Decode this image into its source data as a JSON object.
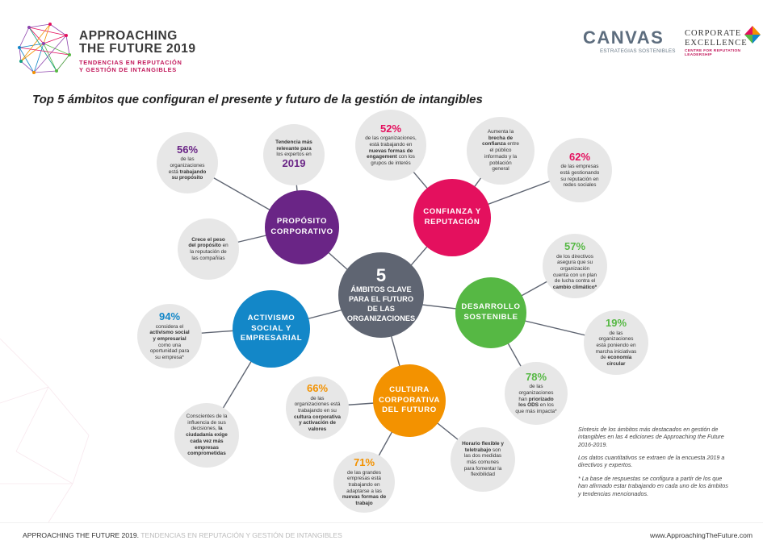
{
  "header": {
    "brand_line1": "APPROACHING",
    "brand_line2a": "THE FUTURE",
    "brand_line2b": "2019",
    "brand_sub1": "TENDENCIAS EN REPUTACIÓN",
    "brand_sub2": "Y GESTIÓN DE INTANGIBLES",
    "partner1_name": "CANVAS",
    "partner1_sub": "ESTRATEGIAS SOSTENIBLES",
    "partner2_line1": "CORPORATE",
    "partner2_line2": "EXCELLENCE",
    "partner2_sub": "CENTRE FOR REPUTATION LEADERSHIP"
  },
  "title": "Top 5 ámbitos que configuran el presente y futuro de la gestión de intangibles",
  "center": {
    "number": "5",
    "text": "ÁMBITOS CLAVE\nPARA EL FUTURO\nDE LAS\nORGANIZACIONES"
  },
  "themes": {
    "proposito": "PROPÓSITO\nCORPORATIVO",
    "confianza": "CONFIANZA Y\nREPUTACIÓN",
    "desarrollo": "DESARROLLO\nSOSTENIBLE",
    "cultura": "CULTURA\nCORPORATIVA\nDEL FUTURO",
    "activismo": "ACTIVISMO\nSOCIAL Y\nEMPRESARIAL"
  },
  "facts": {
    "p1": {
      "pct": "56%",
      "t1": "de las\norganizaciones\nestá ",
      "b1": "trabajando\nsu propósito"
    },
    "p2": {
      "b0": "Tendencia más\nrelevante para",
      "t1": "\nlos expertos en",
      "pct": "2019"
    },
    "p3": {
      "b0": "Crece el peso\ndel propósito",
      "t1": " en\nla reputación de\nlas compañías"
    },
    "c1": {
      "pct": "52%",
      "t1": "de las organizaciones,\nestá trabajando en\n",
      "b1": "nuevas formas de\nengagement",
      "t2": " con los\ngrupos de interés"
    },
    "c2": {
      "t0": "Aumenta la\n",
      "b0": "brecha de\nconfianza",
      "t1": " entre\nel público\ninformado y la\npoblación\ngeneral"
    },
    "c3": {
      "pct": "62%",
      "t1": "de las empresas\nestá gestionando\nsu reputación en\nredes sociales"
    },
    "d1": {
      "pct": "57%",
      "t1": "de los directivos\nasegura que su\norganización\ncuenta con un plan\nde lucha contra el\n",
      "b1": "cambio climático*"
    },
    "d2": {
      "pct": "19%",
      "t1": "de las\norganizaciones\nestá poniendo en\nmarcha iniciativas\nde ",
      "b1": "economía\ncircular"
    },
    "d3": {
      "pct": "78%",
      "t1": "de las\norganizaciones\nhan ",
      "b1": "priorizado\nlos ODS",
      "t2": " en los\nque más impacta*"
    },
    "u1": {
      "pct": "66%",
      "t1": "de las\norganizaciones está\ntrabajando en su\n",
      "b1": "cultura corporativa\ny activación de\nvalores"
    },
    "u2": {
      "pct": "71%",
      "t1": "de las grandes\nempresas está\ntrabajando en\nadaptarse a las\n",
      "b1": "nuevas formas de\ntrabajo"
    },
    "u3": {
      "b0": "Horario flexible y\nteletrabajo",
      "t1": " son\nlas dos medidas\nmás comunes\npara fomentar la\nflexibilidad"
    },
    "a1": {
      "pct": "94%",
      "t1": "considera el\n",
      "b1": "activismo social\ny empresarial",
      "t2": "\ncomo una\noportunidad para\nsu empresa*"
    },
    "a2": {
      "t0": "Conscientes de la\ninfluencia de sus\ndecisiones, ",
      "b0": "la\nciudadanía exige\ncada vez más\nempresas\ncomprometidas"
    }
  },
  "notes": {
    "n1": "Síntesis de los ámbitos más destacados en gestión de intangibles en las 4 ediciones de Approaching the Future 2016-2019.",
    "n2": "Los datos cuantitativos se extraen de la encuesta 2019 a directivos y expertos.",
    "n3": "* La base de respuestas se configura a partir de los que han afirmado estar trabajando en cada uno de los ámbitos y tendencias mencionados."
  },
  "footer": {
    "left_strong": "APPROACHING THE FUTURE 2019.",
    "left_muted": " TENDENCIAS EN REPUTACIÓN Y GESTIÓN DE INTANGIBLES",
    "right": "www.ApproachingTheFuture.com"
  },
  "colors": {
    "purple": "#6a2586",
    "magenta": "#e4105e",
    "green": "#56b844",
    "blue": "#1387c8",
    "orange": "#f39200",
    "center": "#5f6572",
    "fact_bg": "#e7e7e7",
    "connector": "#5f6572"
  }
}
